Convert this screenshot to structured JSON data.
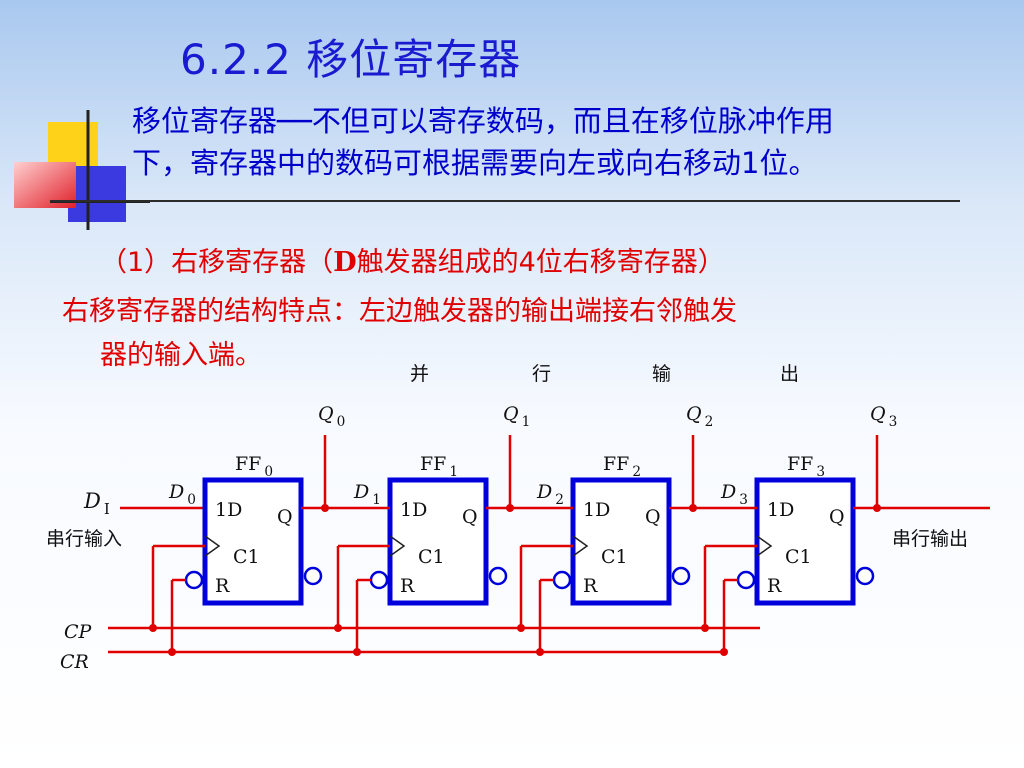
{
  "title": "6.2.2 移位寄存器",
  "intro": {
    "line1": "移位寄存器──不但可以寄存数码，而且在移位脉冲作用",
    "line2": "下，寄存器中的数码可根据需要向左或向右移动1位。"
  },
  "section": {
    "prefix": "（1）右移寄存器（",
    "bold": "D",
    "suffix": "触发器组成的4位右移寄存器）"
  },
  "feature": {
    "line1": "右移寄存器的结构特点：左边触发器的输出端接右邻触发",
    "line2": "器的输入端。"
  },
  "diagram": {
    "parallel_output": [
      "并",
      "行",
      "输",
      "出"
    ],
    "serial_input": "串行输入",
    "serial_output": "串行输出",
    "input_D_main": "D",
    "input_D_sub": "I",
    "clock": "CP",
    "clear": "CR",
    "pin_d": "1D",
    "pin_q": "Q",
    "pin_c": "C1",
    "pin_r": "R",
    "flip_flops": [
      {
        "ff": "FF",
        "ff_sub": "0",
        "d": "D",
        "d_sub": "0",
        "q": "Q",
        "q_sub": "0"
      },
      {
        "ff": "FF",
        "ff_sub": "1",
        "d": "D",
        "d_sub": "1",
        "q": "Q",
        "q_sub": "1"
      },
      {
        "ff": "FF",
        "ff_sub": "2",
        "d": "D",
        "d_sub": "2",
        "q": "Q",
        "q_sub": "2"
      },
      {
        "ff": "FF",
        "ff_sub": "3",
        "d": "D",
        "d_sub": "3",
        "q": "Q",
        "q_sub": "3"
      }
    ],
    "colors": {
      "box": "#0000dd",
      "wire": "#e00000",
      "junction": "#e00000"
    }
  }
}
